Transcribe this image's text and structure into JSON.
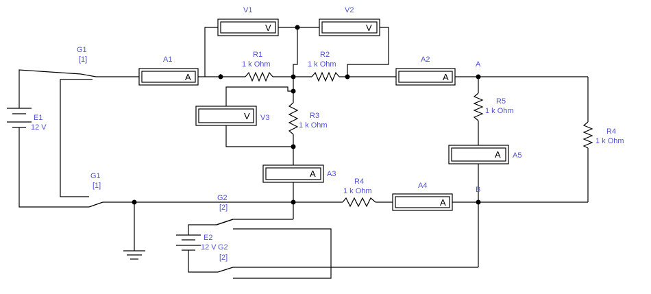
{
  "colors": {
    "label": "#5050d8",
    "wire": "#000000",
    "background": "#ffffff"
  },
  "voltmeters": [
    {
      "id": "V1",
      "label": "V1",
      "letter": "V"
    },
    {
      "id": "V2",
      "label": "V2",
      "letter": "V"
    },
    {
      "id": "V3",
      "label": "V3",
      "letter": "V"
    }
  ],
  "ammeters": [
    {
      "id": "A1",
      "label": "A1",
      "letter": "A"
    },
    {
      "id": "A2",
      "label": "A2",
      "letter": "A"
    },
    {
      "id": "A3",
      "label": "A3",
      "letter": "A"
    },
    {
      "id": "A4",
      "label": "A4",
      "letter": "A"
    },
    {
      "id": "A5",
      "label": "A5",
      "letter": "A"
    }
  ],
  "resistors": [
    {
      "id": "R1",
      "name": "R1",
      "value": "1 k Ohm"
    },
    {
      "id": "R2",
      "name": "R2",
      "value": "1 k Ohm"
    },
    {
      "id": "R3",
      "name": "R3",
      "value": "1 k Ohm"
    },
    {
      "id": "R4_bottom",
      "name": "R4",
      "value": "1 k Ohm"
    },
    {
      "id": "R4_right",
      "name": "R4",
      "value": "1 k Ohm"
    },
    {
      "id": "R5",
      "name": "R5",
      "value": "1 k Ohm"
    }
  ],
  "sources": [
    {
      "id": "E1",
      "name": "E1",
      "value": "12 V"
    },
    {
      "id": "E2",
      "name": "E2",
      "value": "12 V"
    }
  ],
  "switches": [
    {
      "id": "G1_top",
      "name": "G1",
      "key": "[1]"
    },
    {
      "id": "G1_bottom",
      "name": "G1",
      "key": "[1]"
    },
    {
      "id": "G2_top",
      "name": "G2",
      "key": "[2]"
    },
    {
      "id": "G2_bottom",
      "name": "G2",
      "key": "[2]"
    }
  ],
  "nodes": {
    "A": "A",
    "B": "B"
  }
}
